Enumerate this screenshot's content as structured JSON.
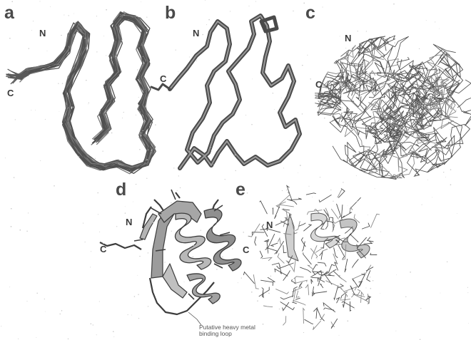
{
  "colors": {
    "background": "#ffffff",
    "trace": "#585858",
    "trace_light": "#7a7a7a",
    "ribbon_fill": "#a8a8a8",
    "ribbon_edge": "#3d3d3d",
    "label": "#3a3a3a"
  },
  "panels": [
    {
      "letter": "a",
      "terminals": [
        "N",
        "C"
      ]
    },
    {
      "letter": "b",
      "terminals": [
        "N",
        "C"
      ]
    },
    {
      "letter": "c",
      "terminals": [
        "N",
        "C"
      ]
    },
    {
      "letter": "d",
      "terminals": [
        "N",
        "C"
      ]
    },
    {
      "letter": "e",
      "terminals": [
        "N",
        "C"
      ]
    }
  ],
  "annotation": {
    "line1": "Putative heavy metal",
    "line2": "binding loop"
  }
}
